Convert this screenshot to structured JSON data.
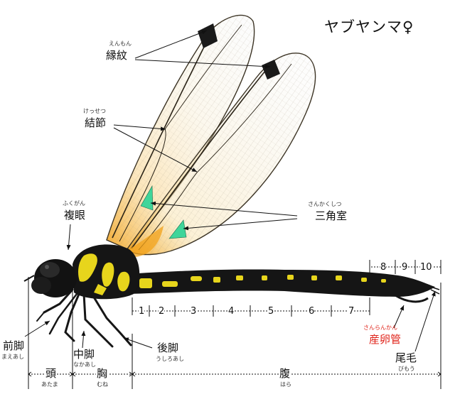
{
  "title": "ヤブヤンマ♀",
  "labels": {
    "wing_spot": {
      "ruby": "えんもん",
      "text": "縁紋"
    },
    "node": {
      "ruby": "けっせつ",
      "text": "結節"
    },
    "compound_eye": {
      "ruby": "ふくがん",
      "text": "複眼"
    },
    "triangle": {
      "ruby": "さんかくしつ",
      "text": "三角室"
    },
    "foreleg": {
      "ruby": "まえあし",
      "text": "前脚"
    },
    "midleg": {
      "ruby": "なかあし",
      "text": "中脚"
    },
    "hindleg": {
      "ruby": "うしろあし",
      "text": "後脚"
    },
    "ovipositor": {
      "ruby": "さんらんかん",
      "text": "産卵管"
    },
    "cerci": {
      "ruby": "びもう",
      "text": "尾毛"
    },
    "head": {
      "ruby": "あたま",
      "text": "頭"
    },
    "thorax": {
      "ruby": "むね",
      "text": "胸"
    },
    "abdomen": {
      "ruby": "はら",
      "text": "腹"
    }
  },
  "segments": [
    "1",
    "2",
    "3",
    "4",
    "5",
    "6",
    "7",
    "8",
    "9",
    "10"
  ],
  "colors": {
    "red_label": "#e0241b",
    "triangle": "#3fd59a",
    "wing_base": "#f2a21a",
    "body": "#151515",
    "spots": "#e7d51c"
  }
}
